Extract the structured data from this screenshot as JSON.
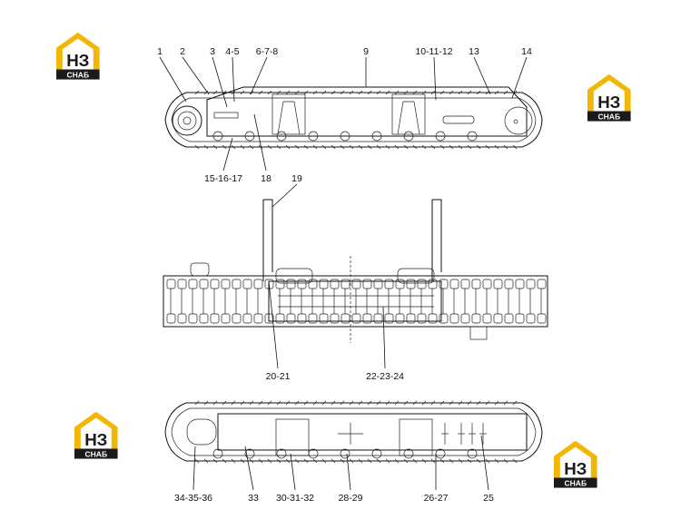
{
  "brand": {
    "mark": "НЗ",
    "name": "СНАБ",
    "accent": "#f2b705",
    "dark": "#1a1a1a"
  },
  "callouts": {
    "top": [
      "1",
      "2",
      "3",
      "4-5",
      "6-7-8",
      "9",
      "10-11-12",
      "13",
      "14",
      "15-16-17",
      "18",
      "19"
    ],
    "middle": [
      "20-21",
      "22-23-24"
    ],
    "bottom": [
      "34-35-36",
      "33",
      "30-31-32",
      "28-29",
      "26-27",
      "25"
    ]
  },
  "views": {
    "side_top": "side-view-upper",
    "plan": "plan-view",
    "side_bottom": "side-view-lower"
  }
}
